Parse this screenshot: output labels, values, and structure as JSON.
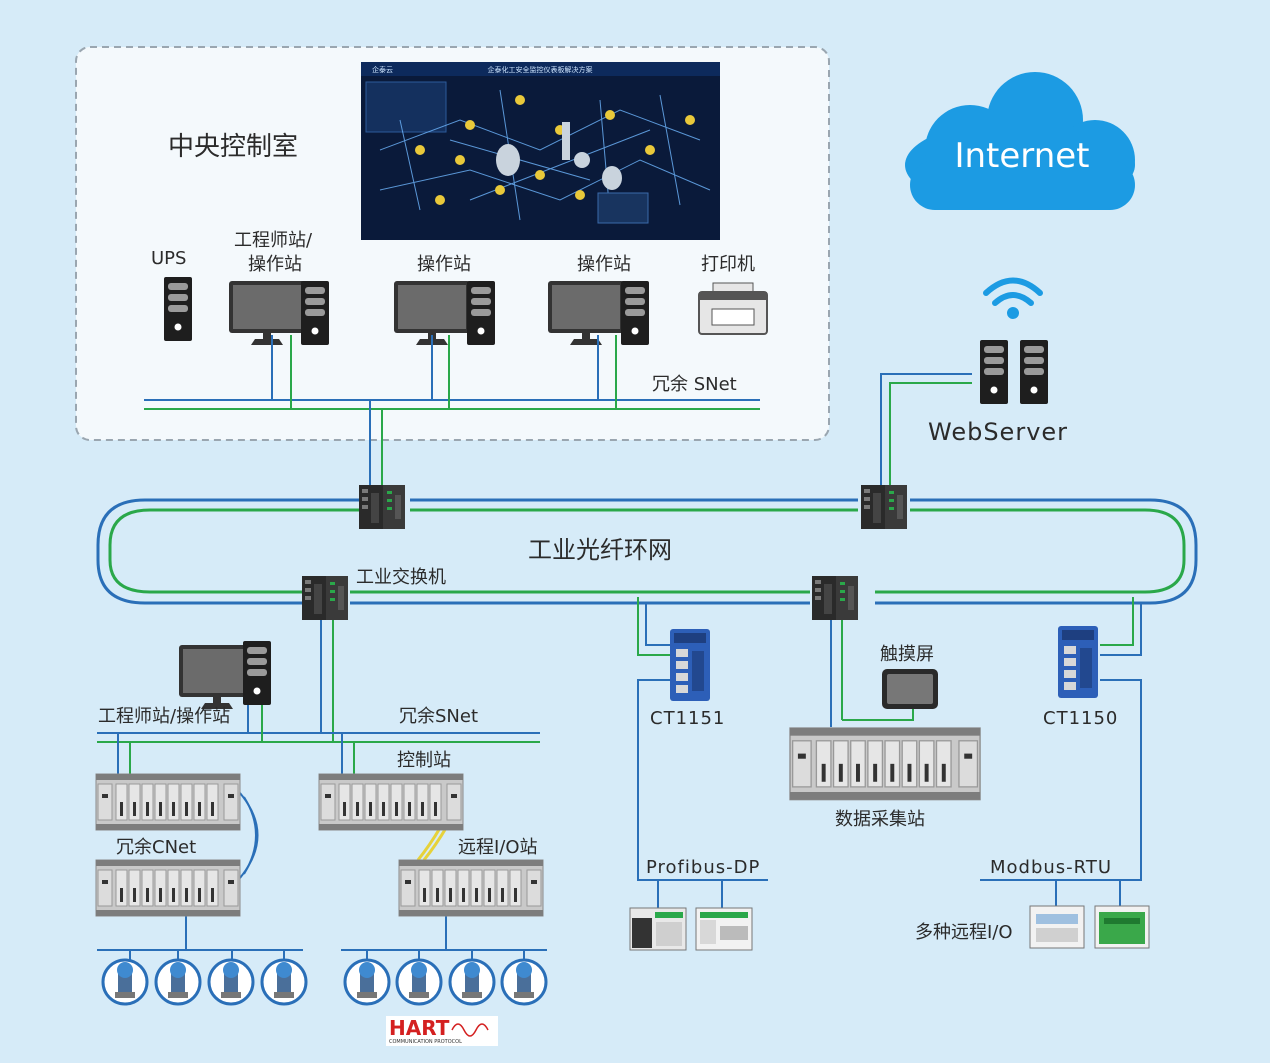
{
  "control_room": {
    "title": "中央控制室",
    "ups_label": "UPS",
    "eng_station_label_1": "工程师站/",
    "eng_station_label_2": "操作站",
    "op_station_label_a": "操作站",
    "op_station_label_b": "操作站",
    "printer_label": "打印机",
    "bus_label": "冗余 SNet",
    "screen_title": "企泰化工安全监控仪表板解决方案",
    "screen_logo": "企泰云"
  },
  "internet": {
    "label": "Internet"
  },
  "webserver": {
    "label": "WebServer"
  },
  "ring": {
    "label": "工业光纤环网",
    "switch_label": "工业交换机"
  },
  "field": {
    "eng_station_label": "工程师站/操作站",
    "snet_label": "冗余SNet",
    "control_station_label": "控制站",
    "cnet_label": "冗余CNet",
    "remote_io_label": "远程I/O站",
    "ct1151_label": "CT1151",
    "ct1150_label": "CT1150",
    "touchscreen_label": "触摸屏",
    "daq_label": "数据采集站",
    "profibus_label": "Profibus-DP",
    "modbus_label": "Modbus-RTU",
    "multi_io_label": "多种远程I/O",
    "hart_label": "HART",
    "hart_sub": "COMMUNICATION PROTOCOL"
  },
  "colors": {
    "background": "#d6ebf8",
    "blue_line": "#2a6fb8",
    "green_line": "#2aa84a",
    "cloud": "#1c9be3",
    "wifi": "#1c9be3"
  },
  "icons": [
    "server-icon",
    "monitor-icon",
    "printer-icon",
    "cloud-icon",
    "wifi-icon",
    "switch-icon",
    "plc-rack-icon",
    "transmitter-icon",
    "io-module-icon"
  ]
}
